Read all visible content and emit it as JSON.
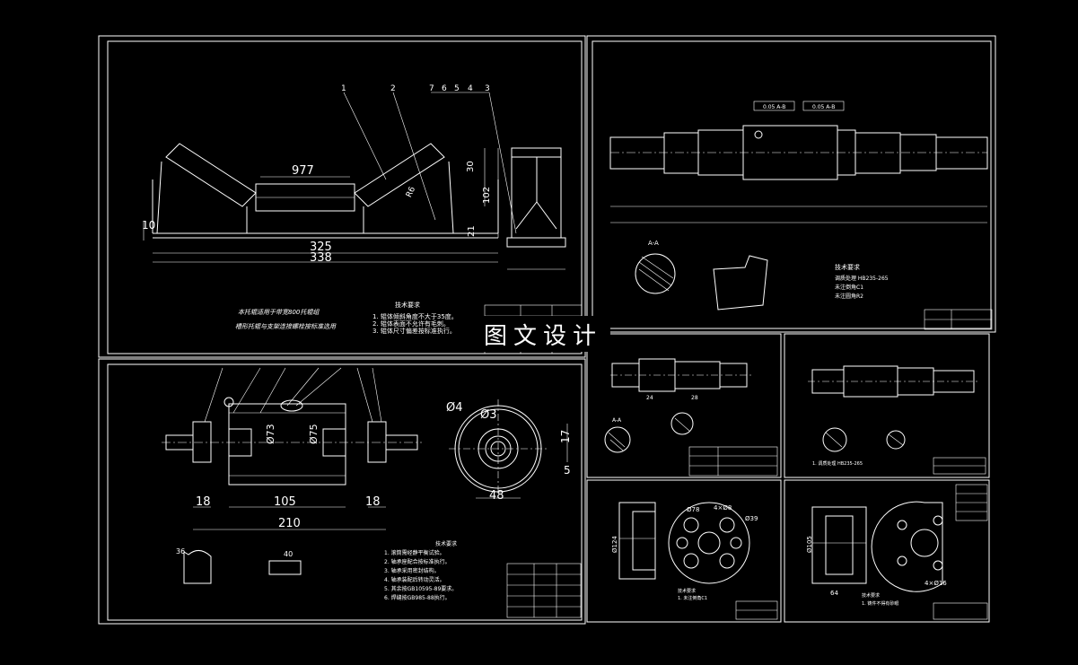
{
  "watermark": "图文设计",
  "sheet1": {
    "part_labels": [
      "1",
      "2",
      "7",
      "6",
      "5",
      "4",
      "3"
    ],
    "dims": {
      "top": "977",
      "len1": "325",
      "len2": "338",
      "h30": "30",
      "h102": "102",
      "h21": "21",
      "left10": "10",
      "r": "R6"
    },
    "notes_title": "技术要求",
    "notes": [
      "1. 辊体倾斜角度不大于35度。",
      "2. 辊体表面不允许有毛刺。",
      "3. 辊体尺寸偏差按标准执行。"
    ],
    "left_notes": [
      "本托辊适用于带宽800托辊组",
      "槽形托辊与支架连接螺栓按标准选用"
    ]
  },
  "sheet2": {
    "dims": {
      "d73": "Ø73",
      "d75": "Ø75",
      "len105": "105",
      "len210": "210",
      "e18a": "18",
      "e18b": "18",
      "d4": "Ø4",
      "d3": "Ø3",
      "w48": "48",
      "h17": "17",
      "h5": "5",
      "sec1": "36",
      "sec2": "40"
    },
    "notes_title": "技术要求",
    "notes": [
      "1. 滚筒需经静平衡试验。",
      "2. 轴承座配合按标准执行。",
      "3. 轴承采用密封结构。",
      "4. 轴承装配后转动灵活。",
      "5. 其余按GB10595-89要求。",
      "6. 焊缝按GB985-88执行。"
    ]
  },
  "sheet3": {
    "tol1": "0.05 A-B",
    "tol2": "0.05 A-B",
    "notes_title": "技术要求",
    "notes": [
      "调质处理 HB235-265",
      "未注倒角C1",
      "未注圆角R2"
    ],
    "section": "A-A"
  },
  "sheet4": {
    "dims": {
      "a": "24",
      "b": "28"
    },
    "section": "A-A"
  },
  "sheet5": {
    "notes": [
      "1. 调质处理 HB235-265"
    ]
  },
  "sheet6": {
    "dims": {
      "d78": "Ø78",
      "d4": "4×Ø8",
      "d39": "Ø39",
      "d124": "Ø124"
    },
    "notes": [
      "技术要求",
      "1. 未注倒角C1"
    ]
  },
  "sheet7": {
    "dims": {
      "d4": "4×Ø16",
      "w": "64",
      "d": "Ø105"
    },
    "notes": [
      "技术要求",
      "1. 铸件不得有砂眼"
    ]
  }
}
